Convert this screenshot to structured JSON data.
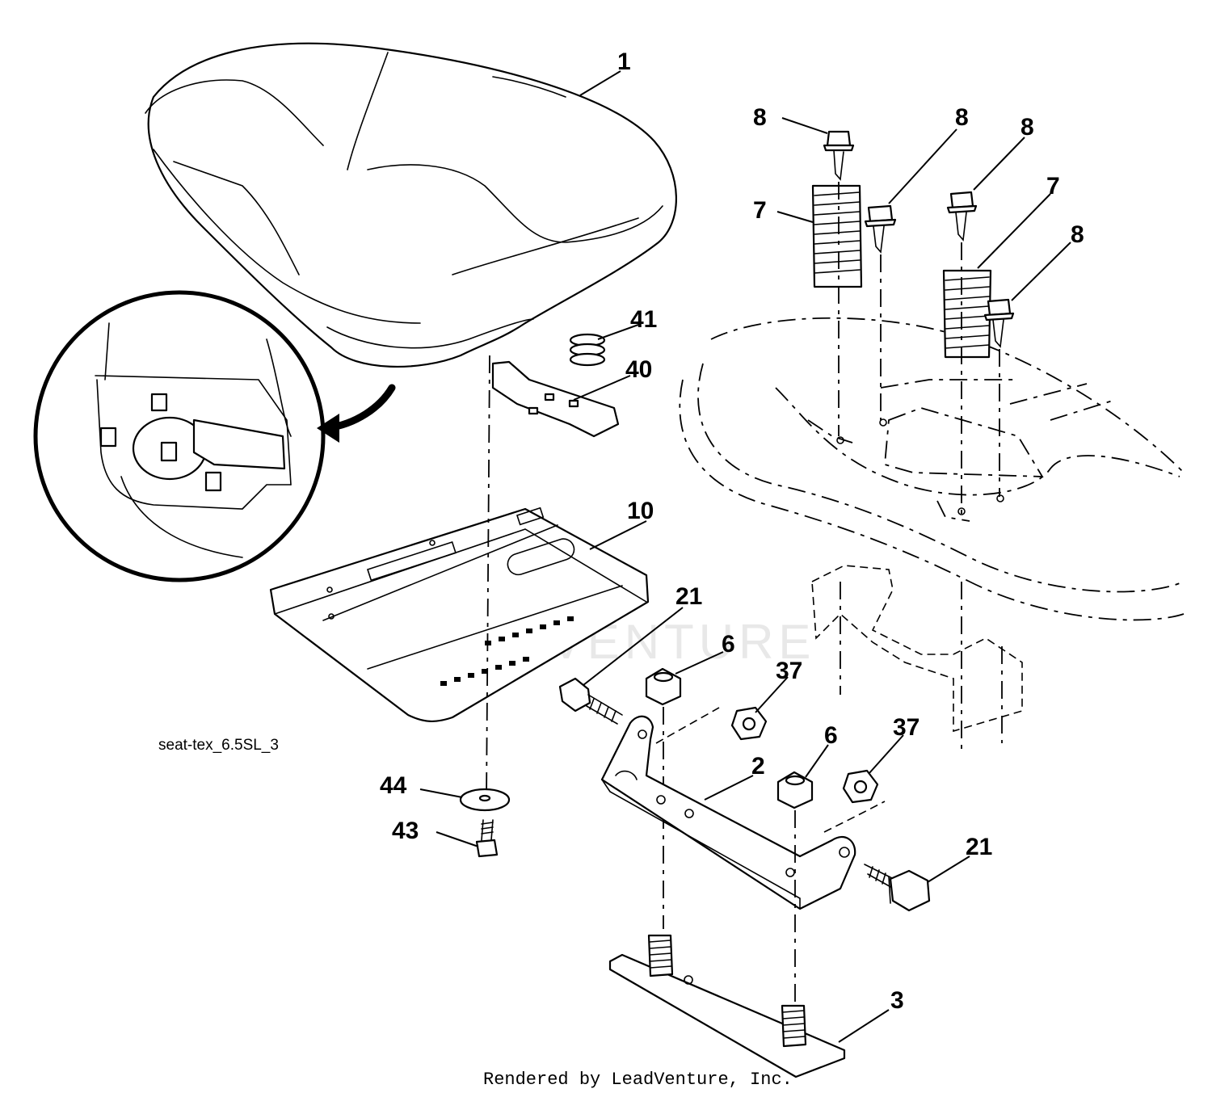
{
  "diagram_id": "seat-tex_6.5SL_3",
  "footer": "Rendered by LeadVenture, Inc.",
  "watermark": "LEADVENTURE",
  "callouts": {
    "c1": "1",
    "c2": "2",
    "c3": "3",
    "c6a": "6",
    "c6b": "6",
    "c7a": "7",
    "c7b": "7",
    "c8a": "8",
    "c8b": "8",
    "c8c": "8",
    "c8d": "8",
    "c10": "10",
    "c21a": "21",
    "c21b": "21",
    "c37a": "37",
    "c37b": "37",
    "c40": "40",
    "c41": "41",
    "c43": "43",
    "c44": "44"
  }
}
